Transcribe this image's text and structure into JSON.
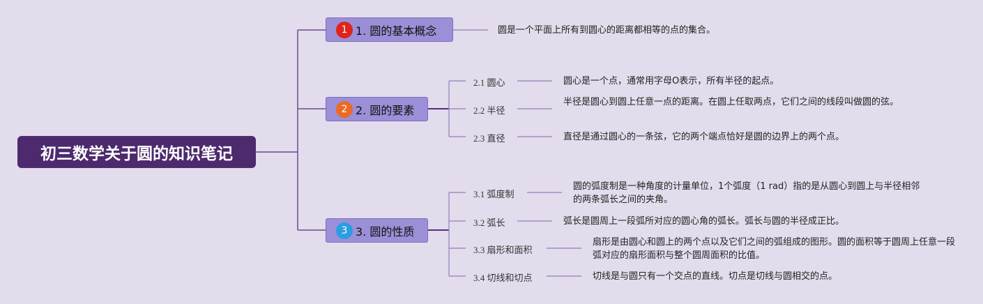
{
  "root": {
    "title": "初三数学关于圆的知识笔记"
  },
  "branches": [
    {
      "index": "1",
      "label": "1. 圆的基本概念",
      "badge_color": "#e0241b",
      "desc": "圆是一个平面上所有到圆心的距离都相等的点的集合。"
    },
    {
      "index": "2",
      "label": "2. 圆的要素",
      "badge_color": "#ea6b25",
      "items": [
        {
          "label": "2.1 圆心",
          "desc": "圆心是一个点，通常用字母O表示，所有半径的起点。"
        },
        {
          "label": "2.2 半径",
          "desc": "半径是圆心到圆上任意一点的距离。在圆上任取两点，它们之间的线段叫做圆的弦。"
        },
        {
          "label": "2.3 直径",
          "desc": "直径是通过圆心的一条弦，它的两个端点恰好是圆的边界上的两个点。"
        }
      ]
    },
    {
      "index": "3",
      "label": "3. 圆的性质",
      "badge_color": "#2b9de0",
      "items": [
        {
          "label": "3.1 弧度制",
          "desc": "圆的弧度制是一种角度的计量单位，1个弧度（1 rad）指的是从圆心到圆上与半径相邻的两条弧长之间的夹角。"
        },
        {
          "label": "3.2 弧长",
          "desc": "弧长是圆周上一段弧所对应的圆心角的弧长。弧长与圆的半径成正比。"
        },
        {
          "label": "3.3 扇形和面积",
          "desc": "扇形是由圆心和圆上的两个点以及它们之间的弧组成的图形。圆的面积等于圆周上任意一段弧对应的扇形面积与整个圆周面积的比值。"
        },
        {
          "label": "3.4 切线和切点",
          "desc": "切线是与圆只有一个交点的直线。切点是切线与圆相交的点。"
        }
      ]
    }
  ]
}
